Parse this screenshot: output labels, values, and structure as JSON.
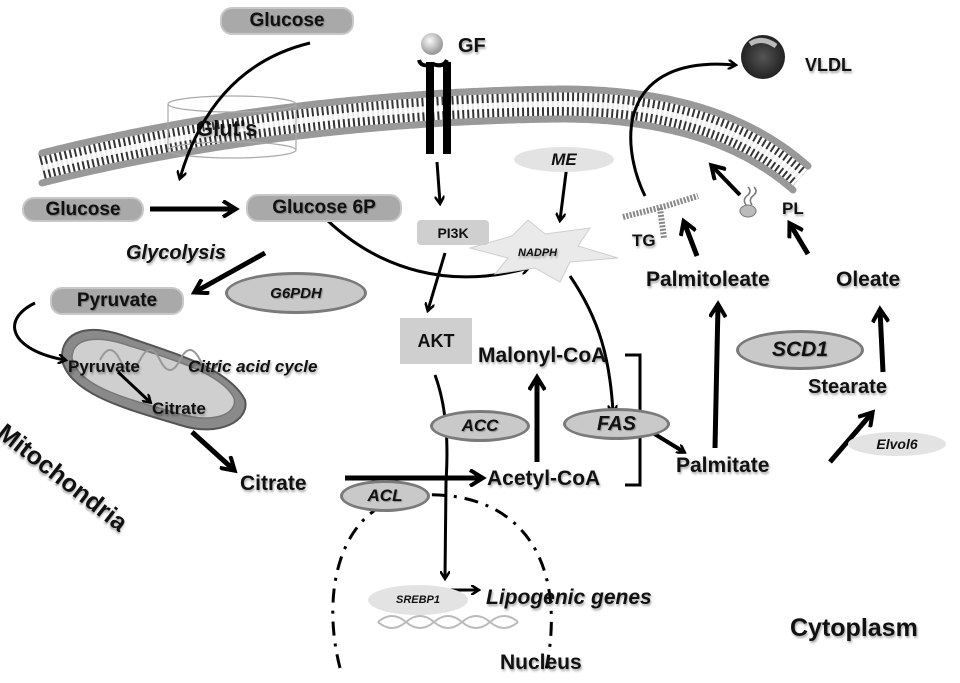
{
  "title": "Lipogenesis pathway schematic",
  "outside": {
    "glucose": "Glucose",
    "gf": "GF",
    "vldl": "VLDL",
    "glut": "Glut's"
  },
  "metabolites": {
    "glucose_in": "Glucose",
    "glucose6p": "Glucose 6P",
    "pyruvate": "Pyruvate",
    "pyruvate_mito": "Pyruvate",
    "citrate_mito": "Citrate",
    "citrate": "Citrate",
    "acetyl_coa": "Acetyl-CoA",
    "malonyl_coa": "Malonyl-CoA",
    "palmitate": "Palmitate",
    "palmitoleate": "Palmitoleate",
    "stearate": "Stearate",
    "oleate": "Oleate",
    "nadph": "NADPH",
    "tg": "TG",
    "pl": "PL"
  },
  "signaling": {
    "pi3k": "PI3K",
    "akt": "AKT",
    "srebp1": "SREBP1",
    "lipogenic_genes": "Lipogenic genes"
  },
  "enzymes": {
    "g6pdh": "G6PDH",
    "me": "ME",
    "acc": "ACC",
    "fas": "FAS",
    "acl": "ACL",
    "scd1": "SCD1",
    "elovl6": "Elvol6"
  },
  "processes": {
    "glycolysis": "Glycolysis",
    "citric_acid_cycle": "Citric acid cycle"
  },
  "compartments": {
    "mitochondria": "Mitochondria",
    "nucleus": "Nucleus",
    "cytoplasm": "Cytoplasm"
  }
}
